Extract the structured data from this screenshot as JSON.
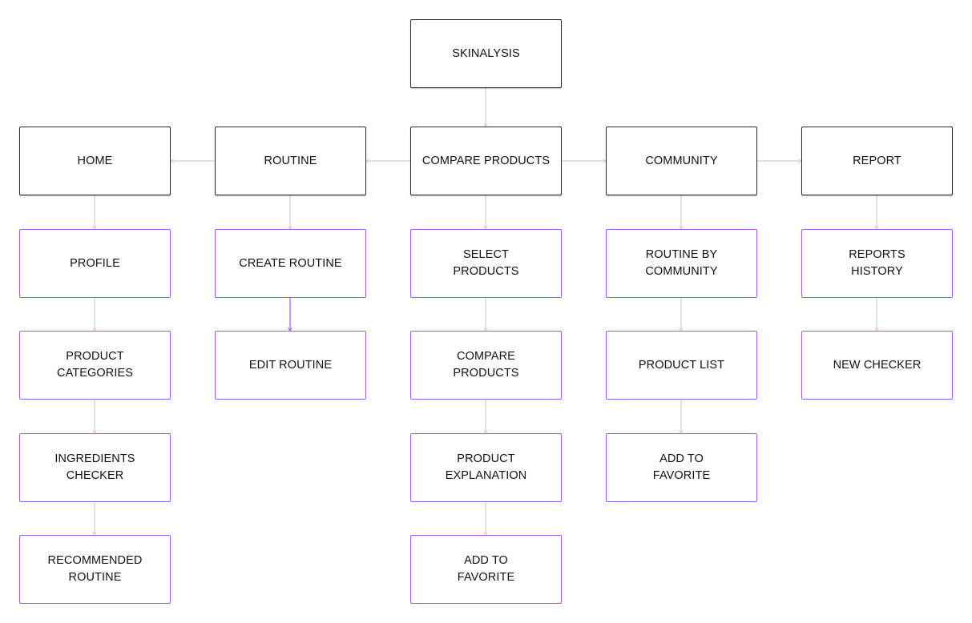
{
  "colors": {
    "main_border": "#2b2b2b",
    "sub_border": "#9b5de5",
    "connector": "#cfcfcf",
    "connector_accent": "#9b5de5",
    "text": "#111111"
  },
  "nodes": {
    "root": {
      "label": "SKINALYSIS"
    },
    "home": {
      "label": "HOME"
    },
    "routine": {
      "label": "ROUTINE"
    },
    "compare": {
      "label": "COMPARE PRODUCTS"
    },
    "community": {
      "label": "COMMUNITY"
    },
    "report": {
      "label": "REPORT"
    },
    "profile": {
      "label": "PROFILE"
    },
    "product_categories": {
      "label": "PRODUCT\nCATEGORIES"
    },
    "ingredients_checker": {
      "label": "INGREDIENTS\nCHECKER"
    },
    "recommended_routine": {
      "label": "RECOMMENDED\nROUTINE"
    },
    "create_routine": {
      "label": "CREATE ROUTINE"
    },
    "edit_routine": {
      "label": "EDIT ROUTINE"
    },
    "select_products": {
      "label": "SELECT\nPRODUCTS"
    },
    "compare_products": {
      "label": "COMPARE\nPRODUCTS"
    },
    "product_explanation": {
      "label": "PRODUCT\nEXPLANATION"
    },
    "add_favorite_compare": {
      "label": "ADD TO\nFAVORITE"
    },
    "routine_by_community": {
      "label": "ROUTINE BY\nCOMMUNITY"
    },
    "product_list": {
      "label": "PRODUCT LIST"
    },
    "add_favorite_community": {
      "label": "ADD TO\nFAVORITE"
    },
    "reports_history": {
      "label": "REPORTS\nHISTORY"
    },
    "new_checker": {
      "label": "NEW CHECKER"
    }
  }
}
